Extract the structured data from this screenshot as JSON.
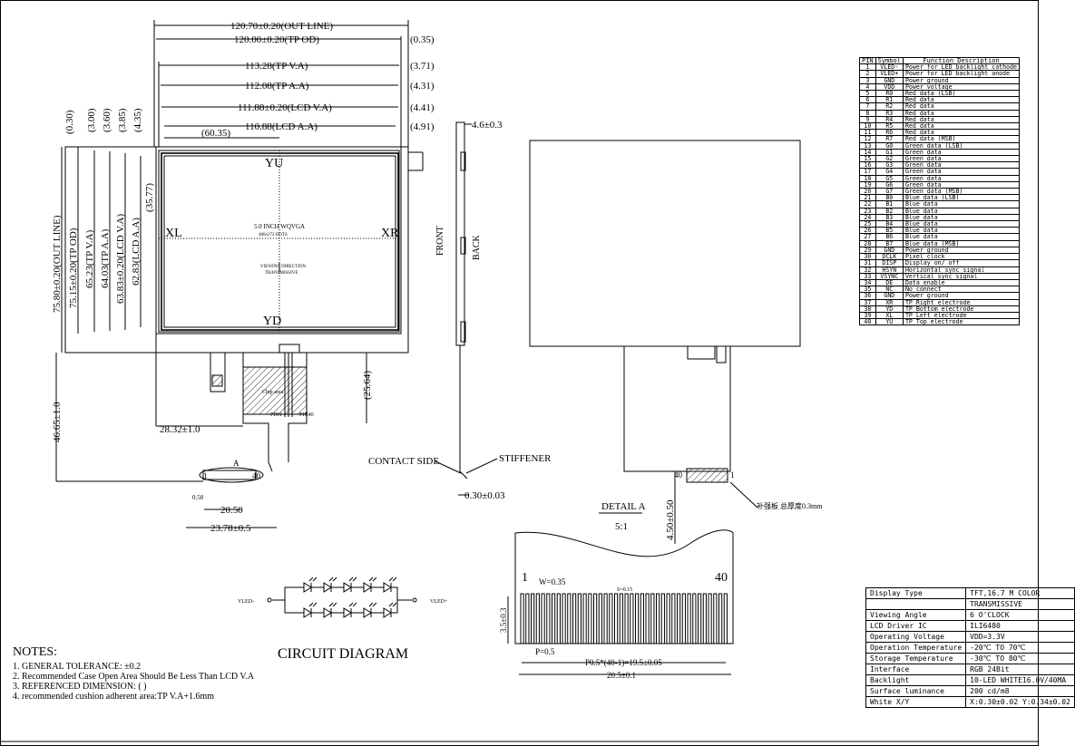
{
  "dims": {
    "out_line_w": "120.70±0.20(OUT LINE)",
    "tp_od_w": "120.00±0.20(TP OD)",
    "tp_od_gap": "(0.35)",
    "tp_va_w": "113.28(TP V.A)",
    "tp_va_gap": "(3.71)",
    "tp_aa_w": "112.08(TP A.A)",
    "tp_aa_gap": "(4.31)",
    "lcd_va_w": "111.88±0.20(LCD V.A)",
    "lcd_va_gap": "(4.41)",
    "lcd_aa_w": "110.88(LCD A.A)",
    "lcd_aa_gap": "(4.91)",
    "center_x": "(60.35)",
    "out_line_h": "75.80±0.20(OUT LINE)",
    "tp_od_h": "75.15±0.20(TP OD)",
    "tp_va_h": "65.23(TP V.A)",
    "tp_aa_h": "64.03(TP A.A)",
    "lcd_va_h": "63.83±0.20(LCD V.A)",
    "lcd_aa_h": "62.83(LCD A.A)",
    "center_y": "(35.77)",
    "v_030": "(0.30)",
    "v_300": "(3.00)",
    "v_360": "(3.60)",
    "v_385": "(3.85)",
    "v_435": "(4.35)",
    "fpc_total": "46.65±1.0",
    "fpc_offset": "28.32±1.0",
    "fpc_len": "(25.64)",
    "fpc_20_50": "20.50",
    "fpc_23_78": "23.78±0.5",
    "fpc_050": "0.50",
    "thickness": "4.6±0.3",
    "stiffener_t": "0.30±0.03",
    "detail_h": "4.50±0.50",
    "det_w": "W=0.35",
    "det_s": "S=0.15",
    "det_p": "P=0.5",
    "det_pitch": "P0.5*(40-1)=19.5±0.05",
    "det_total": "20.5±0.1",
    "det_height": "3.5±0.3"
  },
  "labels": {
    "yu": "YU",
    "yd": "YD",
    "xl": "XL",
    "xr": "XR",
    "product": "5.0 INCH WQVGA",
    "resolution": "480x272 DOTS",
    "viewing": "VIEWING DIRECTION",
    "transmissive": "TRANSMISSIVE",
    "chip": "Chip area",
    "pin1": "PIN1",
    "pin40": "PIN40",
    "front": "FRONT",
    "back": "BACK",
    "contact_side": "CONTACT SIDE",
    "stiffener": "STIFFENER",
    "detail_a": "DETAIL  A",
    "scale": "5:1",
    "a_mark": "A",
    "fpc_1": "1",
    "fpc_40": "40",
    "stiff_note": "补强板 总厚度0.3mm",
    "circuit_title": "CIRCUIT DIAGRAM",
    "vled_minus": "VLED-",
    "vled_plus": "VLED+"
  },
  "notes": {
    "title": "NOTES:",
    "items": [
      "1. GENERAL TOLERANCE: ±0.2",
      "2. Recommended Case Open Area Should Be Less Than LCD V.A",
      "3. REFERENCED DIMENSION: (     )",
      "4. recommended cushion adherent area:TP V.A+1.6mm"
    ]
  },
  "pin_table": {
    "headers": [
      "PIN",
      "Symbol",
      "Function  Description"
    ],
    "rows": [
      [
        "1",
        "VLED-",
        "Power for LED backlight cathode"
      ],
      [
        "2",
        "VLED+",
        "Power for LED backlight anode"
      ],
      [
        "3",
        "GND",
        "Power ground"
      ],
      [
        "4",
        "VDD",
        "Power voltage"
      ],
      [
        "5",
        "R0",
        "Red data (LSB)"
      ],
      [
        "6",
        "R1",
        "Red data"
      ],
      [
        "7",
        "R2",
        "Red data"
      ],
      [
        "8",
        "R3",
        "Red data"
      ],
      [
        "9",
        "R4",
        "Red data"
      ],
      [
        "10",
        "R5",
        "Red data"
      ],
      [
        "11",
        "R6",
        "Red data"
      ],
      [
        "12",
        "R7",
        "Red data (MSB)"
      ],
      [
        "13",
        "G0",
        "Green data (LSB)"
      ],
      [
        "14",
        "G1",
        "Green data"
      ],
      [
        "15",
        "G2",
        "Green data"
      ],
      [
        "16",
        "G3",
        "Green data"
      ],
      [
        "17",
        "G4",
        "Green data"
      ],
      [
        "18",
        "G5",
        "Green data"
      ],
      [
        "19",
        "G6",
        "Green data"
      ],
      [
        "20",
        "G7",
        "Green data (MSB)"
      ],
      [
        "21",
        "B0",
        "Blue data (LSB)"
      ],
      [
        "22",
        "B1",
        "Blue data"
      ],
      [
        "23",
        "B2",
        "Blue data"
      ],
      [
        "24",
        "B3",
        "Blue data"
      ],
      [
        "25",
        "B4",
        "Blue data"
      ],
      [
        "26",
        "B5",
        "Blue data"
      ],
      [
        "27",
        "B6",
        "Blue data"
      ],
      [
        "28",
        "B7",
        "Blue data (MSB)"
      ],
      [
        "29",
        "GND",
        "Power ground"
      ],
      [
        "30",
        "DCLK",
        "Pixel clock"
      ],
      [
        "31",
        "DISP",
        "Display on/ off"
      ],
      [
        "32",
        "HSYN",
        "Horizontal sync signal"
      ],
      [
        "33",
        "VSYNC",
        "Vertical sync signal"
      ],
      [
        "34",
        "DE",
        "Data enable"
      ],
      [
        "35",
        "NC",
        "No connect"
      ],
      [
        "36",
        "GND",
        "Power ground"
      ],
      [
        "37",
        "XR",
        "TP Right electrode"
      ],
      [
        "38",
        "YD",
        "TP Bottom electrode"
      ],
      [
        "39",
        "XL",
        "TP Left electrode"
      ],
      [
        "40",
        "YU",
        "TP Top electrode"
      ]
    ]
  },
  "spec_table": [
    [
      "Display Type",
      "TFT,16.7 M COLOR"
    ],
    [
      "",
      "TRANSMISSIVE"
    ],
    [
      "Viewing Angle",
      "6 O'CLOCK"
    ],
    [
      "LCD Driver IC",
      "ILI6480"
    ],
    [
      "Operating Voltage",
      "VDD=3.3V"
    ],
    [
      "Operation Temperature",
      "-20℃ TO 70℃"
    ],
    [
      "Storage Temperature",
      "-30℃ TO 80℃"
    ],
    [
      "Interface",
      "RGB  24Bit"
    ],
    [
      "Backlight",
      "10-LED WHITE16.0V/40MA"
    ],
    [
      "Surface luminance",
      "200 cd/m8"
    ],
    [
      "White X/Y",
      "X:0.30±0.02 Y:0.34±0.02"
    ]
  ]
}
